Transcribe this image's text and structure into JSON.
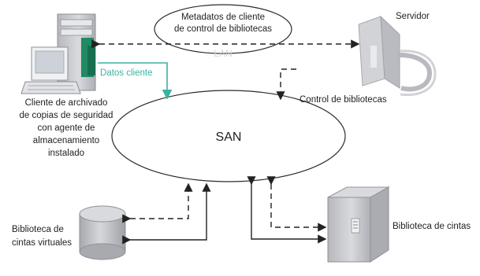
{
  "diagram": {
    "lan_note": {
      "line1": "Metadatos de cliente",
      "line2": "de control de bibliotecas"
    },
    "lan_label": "LAN",
    "san_label": "SAN",
    "server_label": "Servidor",
    "client_data_label": "Datos cliente",
    "library_control_label": "Control de bibliotecas",
    "client_label": {
      "line1": "Cliente de archivado",
      "line2": "de copias de seguridad",
      "line3": "con agente de",
      "line4": "almacenamiento",
      "line5": "instalado"
    },
    "virtual_library_label": {
      "line1": "Biblioteca de",
      "line2": "cintas virtuales"
    },
    "tape_library_label": "Biblioteca de cintas",
    "colors": {
      "accent_teal": "#39b2a0",
      "line_dark": "#222222",
      "icon_gray": "#cfd0d4",
      "icon_green": "#1f8a63"
    }
  }
}
